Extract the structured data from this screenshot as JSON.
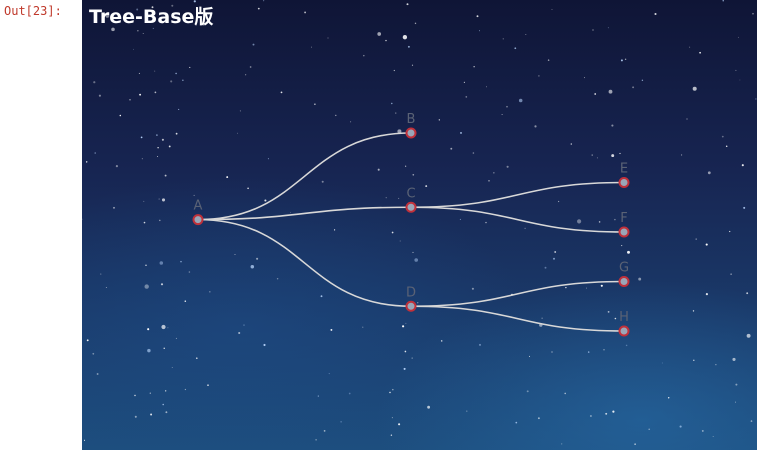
{
  "output_prompt": "Out[23]:",
  "title": "Tree-Base版",
  "chart_data": {
    "type": "tree",
    "orientation": "left-to-right",
    "root": {
      "name": "A",
      "children": [
        {
          "name": "B"
        },
        {
          "name": "C",
          "children": [
            {
              "name": "E"
            },
            {
              "name": "F"
            }
          ]
        },
        {
          "name": "D",
          "children": [
            {
              "name": "G"
            },
            {
              "name": "H"
            }
          ]
        }
      ]
    }
  },
  "colors": {
    "edge": "#d8d8d8",
    "node_fill": "#9aa6b8",
    "node_stroke": "#c0303a",
    "label": "#5a6275",
    "title": "#ffffff"
  }
}
